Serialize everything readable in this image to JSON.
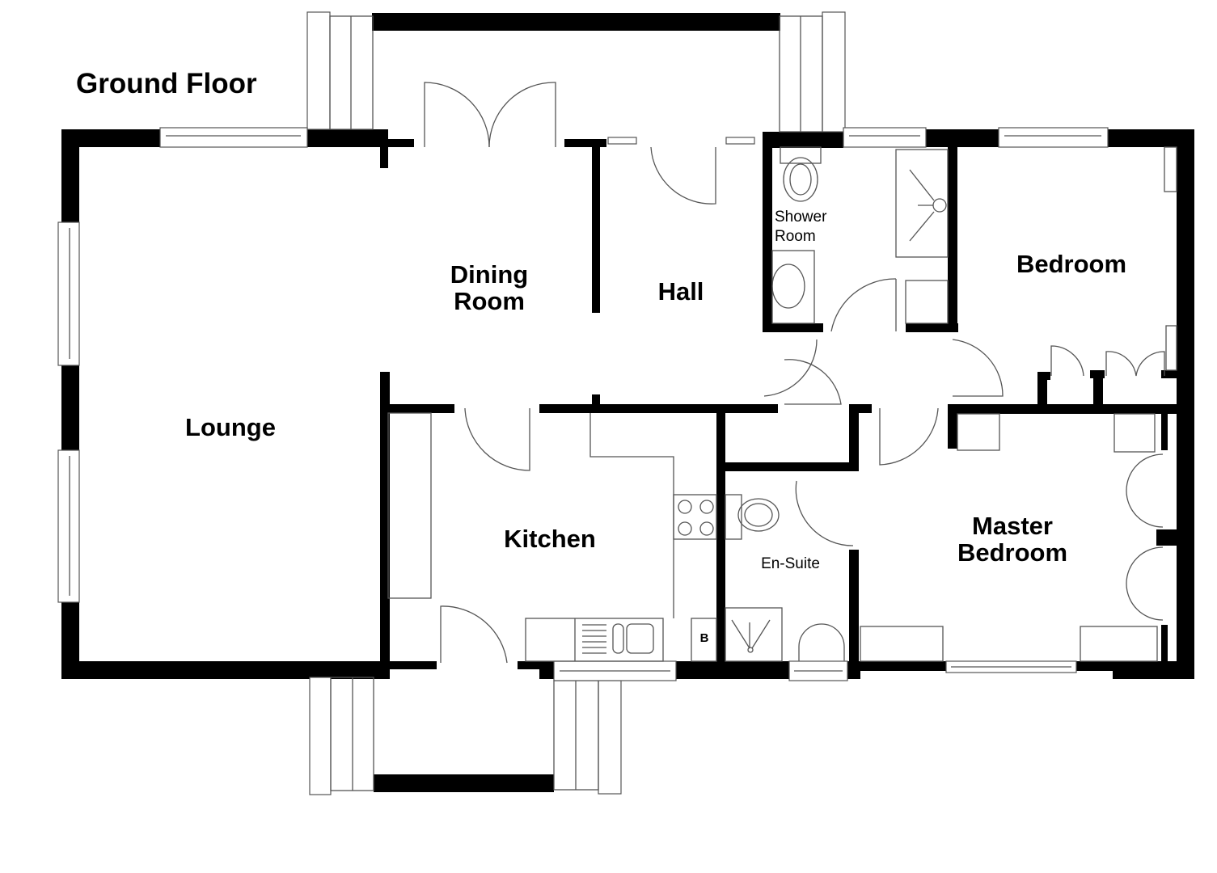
{
  "plan": {
    "title": "Ground Floor",
    "colors": {
      "wall": "#000000",
      "fixture_line": "#555555",
      "background": "#ffffff"
    }
  },
  "rooms": [
    {
      "id": "lounge",
      "label": "Lounge"
    },
    {
      "id": "dining",
      "label": "Dining\nRoom"
    },
    {
      "id": "hall",
      "label": "Hall"
    },
    {
      "id": "shower",
      "label": "Shower\nRoom"
    },
    {
      "id": "bedroom",
      "label": "Bedroom"
    },
    {
      "id": "kitchen",
      "label": "Kitchen"
    },
    {
      "id": "ensuite",
      "label": "En-Suite"
    },
    {
      "id": "master",
      "label": "Master\nBedroom"
    }
  ],
  "fixtures": {
    "boiler_label": "B"
  }
}
